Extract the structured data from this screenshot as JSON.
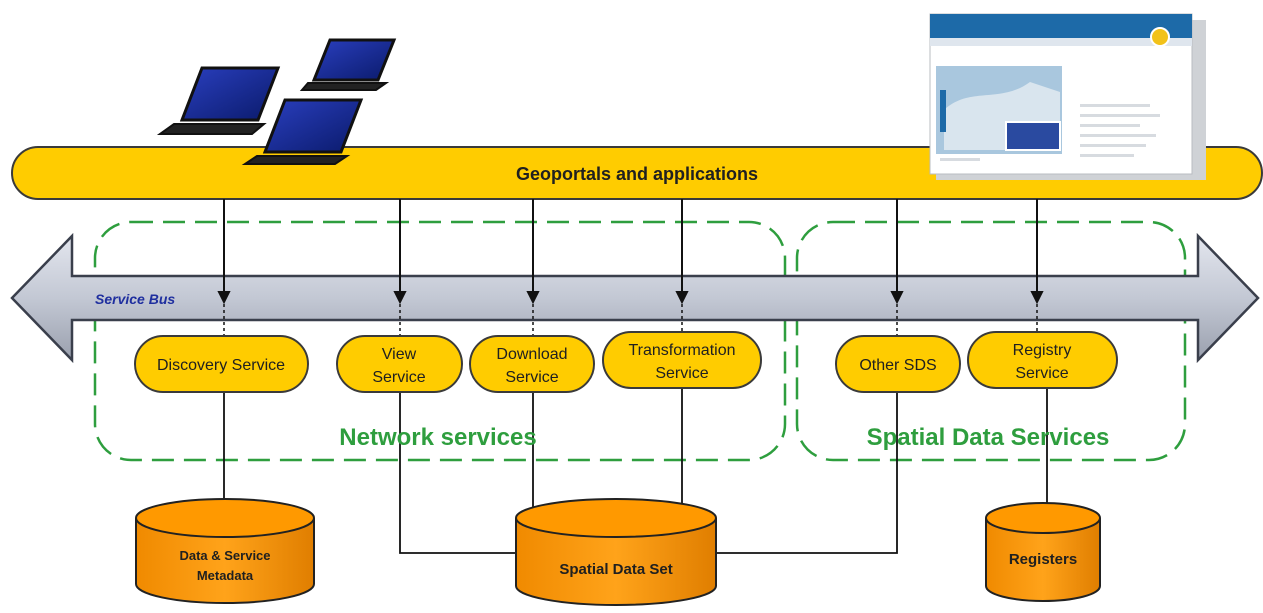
{
  "geoportal": {
    "label": "Geoportals and applications"
  },
  "service_bus": {
    "label": "Service Bus"
  },
  "groups": {
    "network_services": "Network services",
    "spatial_data_services": "Spatial Data Services"
  },
  "services": {
    "discovery": [
      "Discovery Service"
    ],
    "view": [
      "View",
      "Service"
    ],
    "download": [
      "Download",
      "Service"
    ],
    "transformation": [
      "Transformation",
      "Service"
    ],
    "other_sds": [
      "Other SDS"
    ],
    "registry": [
      "Registry",
      "Service"
    ]
  },
  "databases": {
    "metadata": [
      "Data & Service",
      "Metadata"
    ],
    "spatial_data_set": [
      "Spatial Data Set"
    ],
    "registers": [
      "Registers"
    ]
  },
  "colors": {
    "bar_fill": "#ffcc00",
    "service_fill": "#ffcc00",
    "database_fill": "#ff9900",
    "bus_fill": "#c8ccd6",
    "bus_text": "#1f2f9f",
    "group_border": "#2e9e3e",
    "group_text": "#2e9e3e",
    "outline": "#333333"
  },
  "icons": [
    "laptop-icon",
    "geoportal-screenshot-icon"
  ]
}
